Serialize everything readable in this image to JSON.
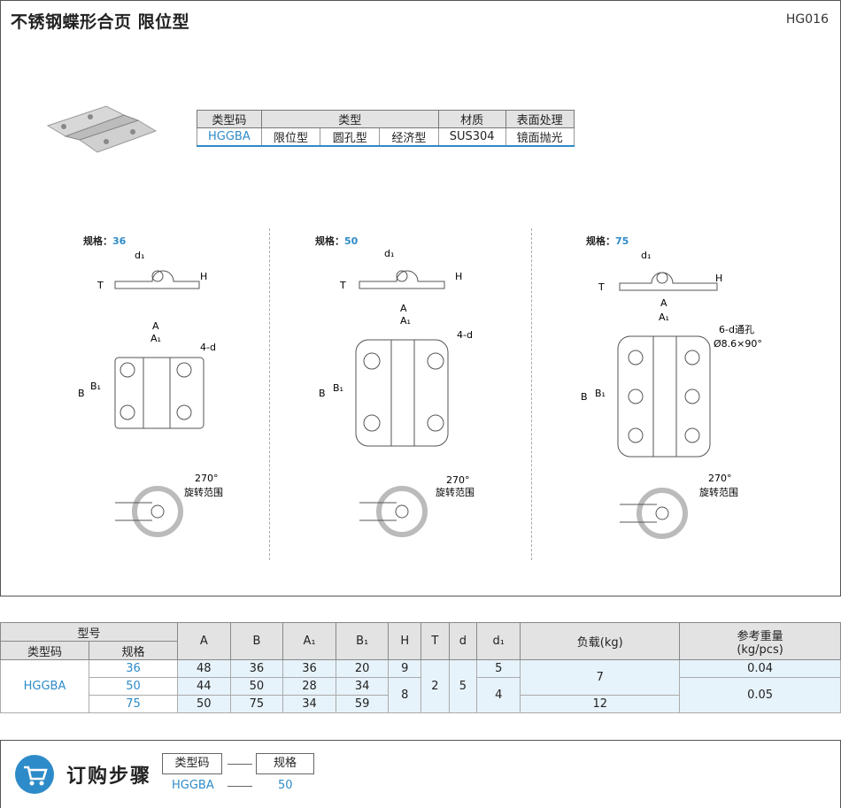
{
  "header": {
    "title": "不锈钢蝶形合页  限位型",
    "code": "HG016"
  },
  "spec_table": {
    "headers": [
      "类型码",
      "类型",
      "材质",
      "表面处理"
    ],
    "row": {
      "type_code": "HGGBA",
      "types": [
        "限位型",
        "圆孔型",
        "经济型"
      ],
      "material": "SUS304",
      "finish": "镜面抛光"
    }
  },
  "drawings": [
    {
      "size_prefix": "规格：",
      "size": "36",
      "hole_label": "4-d"
    },
    {
      "size_prefix": "规格：",
      "size": "50",
      "hole_label": "4-d"
    },
    {
      "size_prefix": "规格：",
      "size": "75",
      "hole_label": "6-d通孔",
      "hole_label2": "Ø8.6×90°"
    }
  ],
  "dim_labels": {
    "d1": "d₁",
    "H": "H",
    "T": "T",
    "A": "A",
    "A1": "A₁",
    "B": "B",
    "B1": "B₁",
    "rotation": "270°",
    "rotation_caption": "旋转范围"
  },
  "main_table": {
    "group_header": "型号",
    "sub_headers": [
      "类型码",
      "规格"
    ],
    "columns": [
      "A",
      "B",
      "A₁",
      "B₁",
      "H",
      "T",
      "d",
      "d₁",
      "负载(kg)",
      "参考重量\n(kg/pcs)"
    ],
    "type_code": "HGGBA",
    "rows": [
      {
        "size": "36",
        "A": "48",
        "B": "36",
        "A1": "36",
        "B1": "20",
        "H": "9",
        "d1": "5",
        "load": "7",
        "weight": "0.04"
      },
      {
        "size": "50",
        "A": "44",
        "B": "50",
        "A1": "28",
        "B1": "34",
        "H": "8"
      },
      {
        "size": "75",
        "A": "50",
        "B": "75",
        "A1": "34",
        "B1": "59",
        "d1": "4",
        "load": "12",
        "weight": "0.05"
      }
    ],
    "T": "2",
    "d": "5"
  },
  "order": {
    "title": "订购步骤",
    "box1": "类型码",
    "box2": "规格",
    "val1": "HGGBA",
    "val2": "50"
  },
  "colors": {
    "accent": "#2e8bc9",
    "header_bg": "#e3e3e3",
    "cell_bg": "#e7f3fb"
  }
}
